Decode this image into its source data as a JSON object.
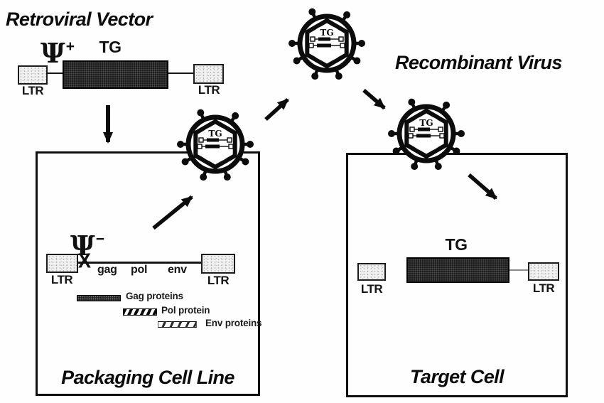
{
  "figure": {
    "title_left": "Retroviral Vector",
    "title_right": "Recombinant Virus",
    "packaging_cell_label": "Packaging Cell Line",
    "target_cell_label": "Target Cell"
  },
  "vector_construct": {
    "psi": "Ψ",
    "psi_sup": "+",
    "tg": "TG",
    "ltr_left": "LTR",
    "ltr_right": "LTR"
  },
  "packaging_construct": {
    "psi": "Ψ",
    "psi_sup": "−",
    "x_mark": "X",
    "gene_gag": "gag",
    "gene_pol": "pol",
    "gene_env": "env",
    "ltr_left": "LTR",
    "ltr_right": "LTR"
  },
  "legend": {
    "gag": "Gag proteins",
    "pol": "Pol protein",
    "env": "Env proteins"
  },
  "target_construct": {
    "tg": "TG",
    "ltr_left": "LTR",
    "ltr_right": "LTR"
  },
  "virus": {
    "core_label": "TG"
  },
  "colors": {
    "ink": "#111111",
    "ltr_fill": "#f1f1f1",
    "tg_fill": "#1d1d1d",
    "background": "#fefefe"
  }
}
